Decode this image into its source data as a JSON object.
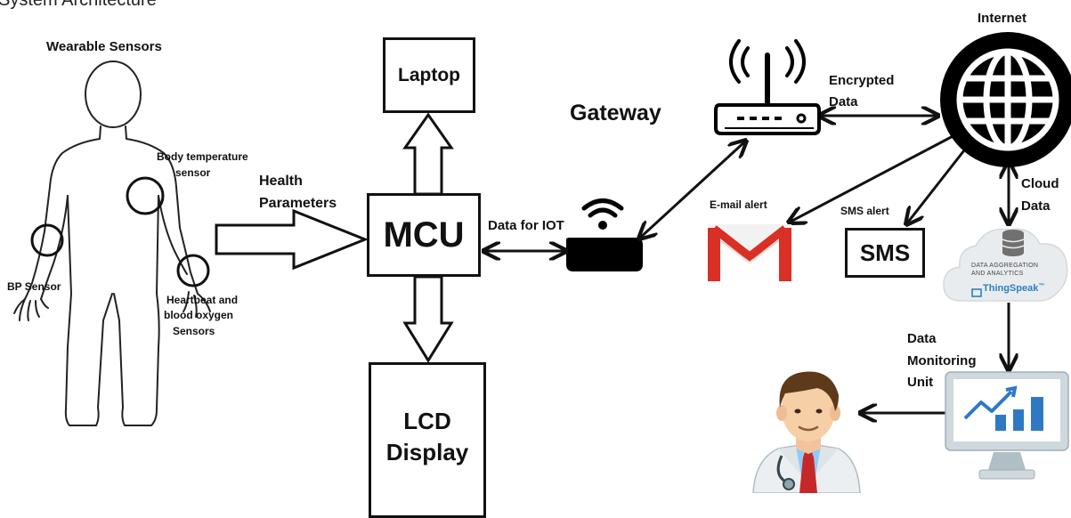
{
  "title": "System Architecture",
  "wearable": {
    "heading": "Wearable Sensors",
    "bp_sensor": "BP Sensor",
    "body_temp": [
      "Body temperature",
      "sensor"
    ],
    "heartbeat": [
      "Heartbeat and",
      "blood oxygen",
      "Sensors"
    ]
  },
  "health_parameters": [
    "Health",
    "Parameters"
  ],
  "mcu": "MCU",
  "laptop": "Laptop",
  "lcd": [
    "LCD",
    "Display"
  ],
  "data_for_iot": "Data for IOT",
  "gateway": "Gateway",
  "encrypted_data": [
    "Encrypted",
    "Data"
  ],
  "internet": "Internet",
  "email_alert": "E-mail alert",
  "sms_alert": "SMS alert",
  "sms_box": "SMS",
  "cloud_data": [
    "Cloud",
    "Data"
  ],
  "thingspeak": {
    "line1": "DATA AGGREGATION",
    "line2": "AND ANALYTICS",
    "brand": "ThingSpeak",
    "tm": "™"
  },
  "data_monitoring": [
    "Data",
    "Monitoring",
    "Unit"
  ],
  "colors": {
    "gmail_red": "#d93025",
    "thingspeak_blue": "#2d7fc1",
    "chart_blue": "#2f79c4",
    "tie_red": "#c62828",
    "monitor_bezel": "#cfd8dc"
  }
}
